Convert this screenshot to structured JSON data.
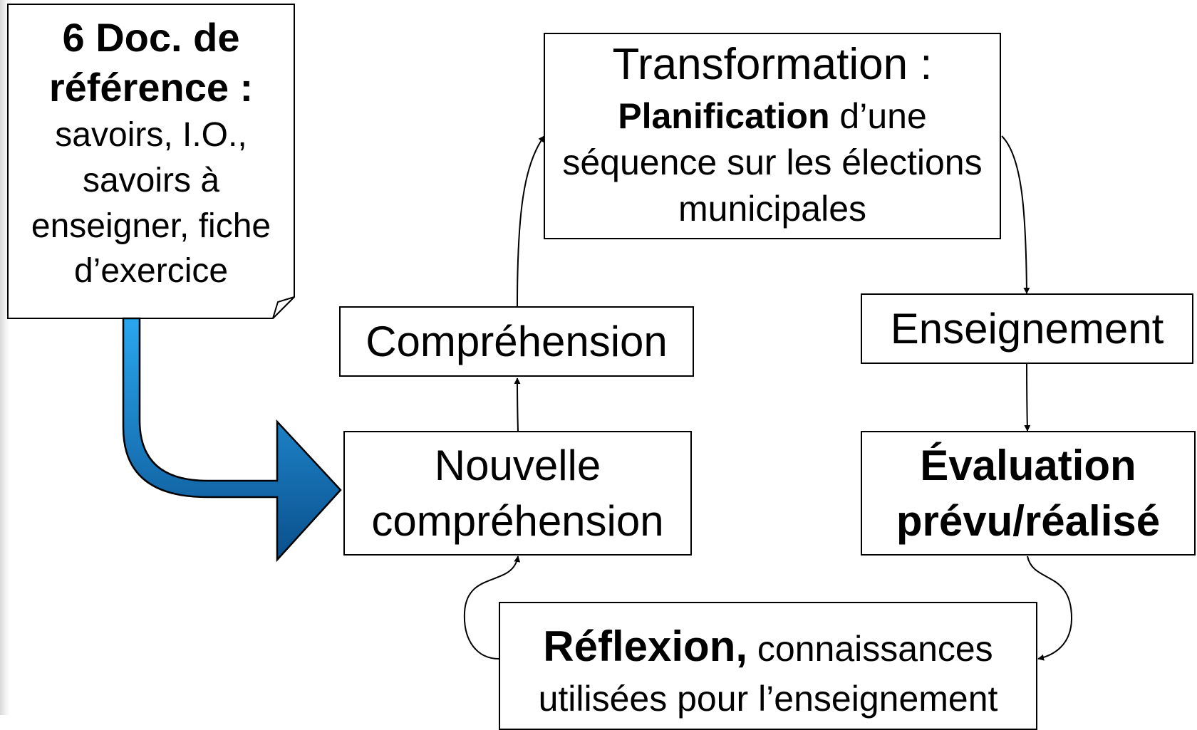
{
  "doc_box": {
    "title_line1": "6 Doc. de",
    "title_line2": "référence :",
    "body_line1": "savoirs, I.O.,",
    "body_line2": "savoirs à",
    "body_line3": "enseigner, fiche",
    "body_line4": "d’exercice"
  },
  "transformation": {
    "title": "Transformation :",
    "bold": "Planification",
    "rest1": " d’une",
    "line2": "séquence sur les élections",
    "line3": "municipales"
  },
  "comprehension": "Compréhension",
  "nouvelle": {
    "line1": "Nouvelle",
    "line2": "compréhension"
  },
  "enseignement": "Enseignement",
  "evaluation": {
    "line1": "Évaluation",
    "line2": "prévu/réalisé"
  },
  "reflexion": {
    "bold": "Réflexion,",
    "rest1": " connaissances",
    "line2": "utilisées pour l’enseignement"
  },
  "colors": {
    "arrow_light": "#2aa7f0",
    "arrow_dark": "#0a4f8c"
  }
}
